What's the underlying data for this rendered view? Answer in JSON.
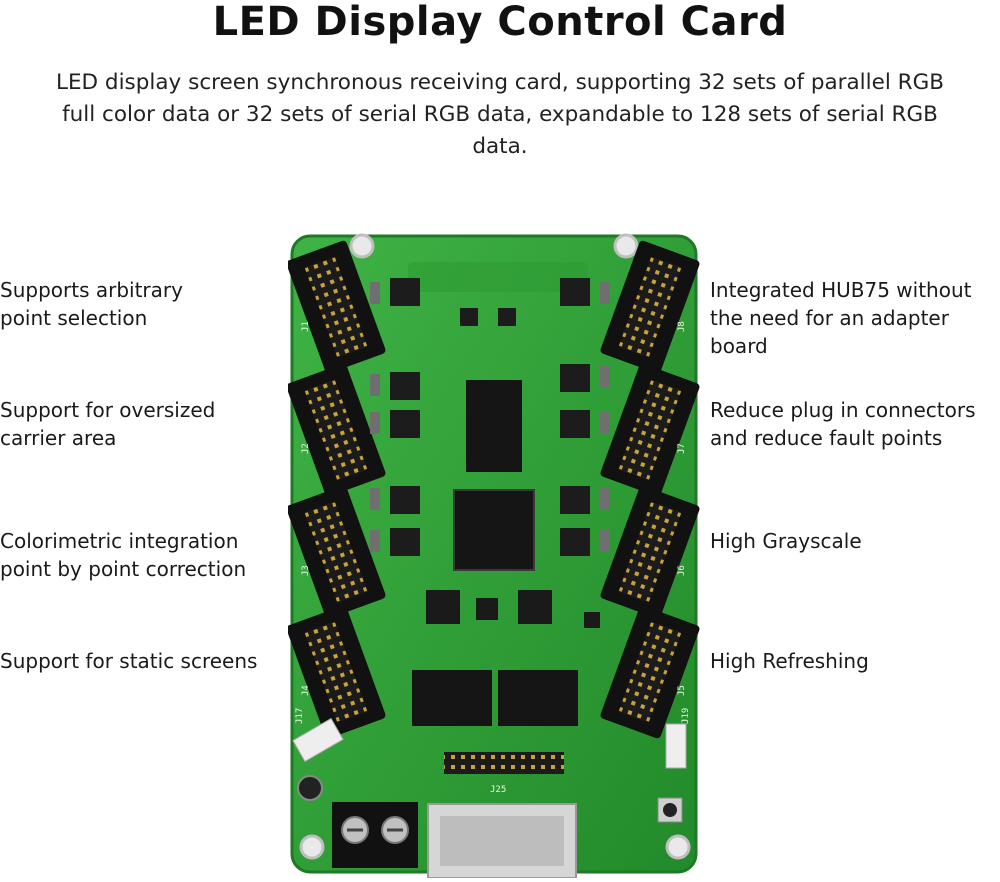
{
  "header": {
    "title": "LED Display Control Card",
    "subtitle": "LED display screen synchronous receiving card, supporting 32 sets of parallel RGB full color data or 32 sets of serial RGB data, expandable to 128 sets of serial RGB data."
  },
  "features": {
    "left": [
      "Supports arbitrary\npoint selection",
      "Support for oversized\ncarrier area",
      "Colorimetric integration\npoint by point correction",
      "Support for static screens"
    ],
    "right": [
      "Integrated HUB75 without\nthe need for an adapter\nboard",
      "Reduce plug in connectors\nand reduce fault points",
      "High Grayscale",
      "High Refreshing"
    ]
  },
  "board": {
    "left_connector_labels": [
      "J1",
      "J2",
      "J3",
      "J4"
    ],
    "right_connector_labels": [
      "J8",
      "J7",
      "J6",
      "J5"
    ],
    "small_labels": [
      "J17",
      "J19",
      "J25"
    ],
    "pcb_color": "#2f9e34",
    "pcb_edge_color": "#1f7a25"
  }
}
